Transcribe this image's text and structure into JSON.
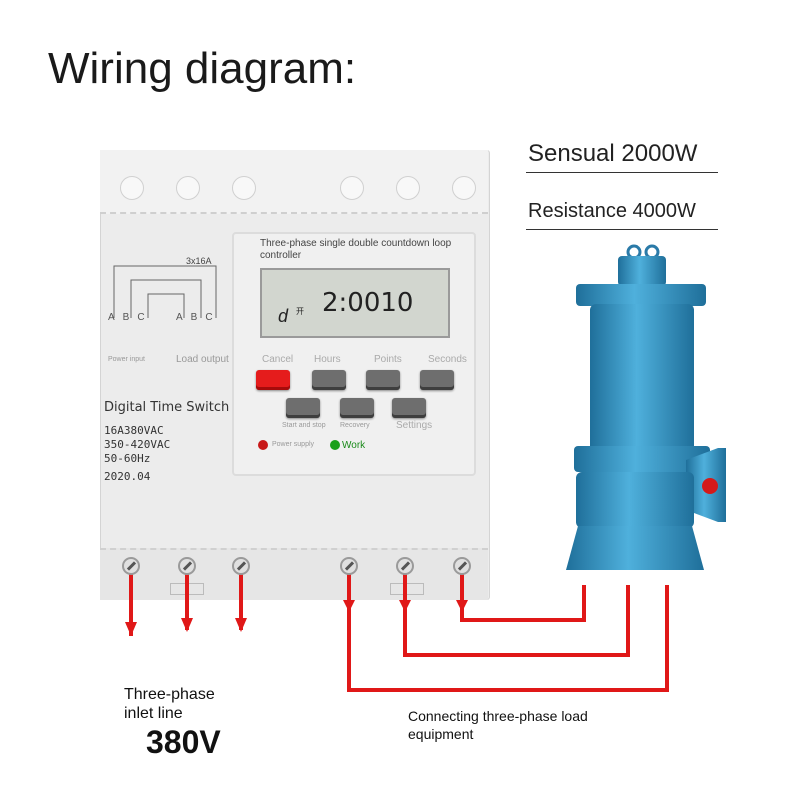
{
  "title": "Wiring diagram:",
  "specs": {
    "sensual": "Sensual 2000W",
    "resistance": "Resistance 4000W"
  },
  "device": {
    "panel_title": "Three-phase single double countdown loop controller",
    "lcd_display": "2:0010",
    "lcd_mode": "d",
    "lcd_open": "开",
    "buttons_row1_labels": [
      "Cancel",
      "Hours",
      "Points",
      "Seconds"
    ],
    "buttons_row2_labels": [
      "Start and stop",
      "Recovery",
      "Settings"
    ],
    "power_supply_label": "Power supply",
    "work_label": "Work",
    "current_rating": "3x16A",
    "terminals_left": [
      "A",
      "B",
      "C"
    ],
    "terminals_right": [
      "A",
      "B",
      "C"
    ],
    "power_input_label": "Power input",
    "load_output_label": "Load output",
    "name": "Digital Time Switch",
    "spec_lines": [
      "16A380VAC",
      "350-420VAC",
      "50-60Hz"
    ],
    "date": "2020.04"
  },
  "annotations": {
    "inlet_line1": "Three-phase",
    "inlet_line2": "inlet line",
    "voltage": "380V",
    "load_line1": "Connecting three-phase load",
    "load_line2": "equipment"
  },
  "colors": {
    "wire": "#e01818",
    "pump_blue": "#2f8fc0",
    "pump_dark": "#1f6f9a",
    "cancel_button": "#e51c1c",
    "power_led": "#c81818",
    "work_led": "#1aa01a"
  }
}
